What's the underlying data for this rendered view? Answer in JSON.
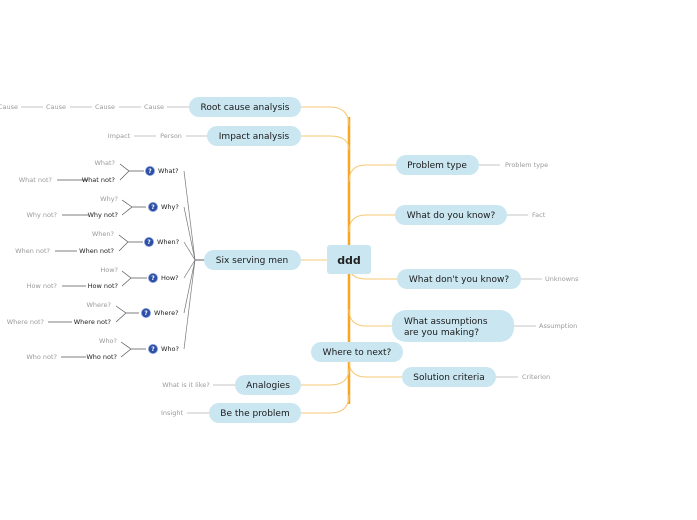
{
  "center": {
    "label": "ddd"
  },
  "colors": {
    "trunk": "#f5a623",
    "branch_line": "#f7c873",
    "pill_fill": "#c9e6f1",
    "leaf_line": "#b0b0b0",
    "help_icon": "#2d4fa8"
  },
  "icons": {
    "question": "help-question-icon",
    "question_glyph": "?"
  },
  "topics": {
    "root_cause": {
      "label": "Root cause analysis",
      "chain": [
        "Cause",
        "Cause",
        "Cause",
        "Cause"
      ]
    },
    "impact": {
      "label": "Impact analysis",
      "chain": [
        "Person",
        "Impact"
      ]
    },
    "six_serving": {
      "label": "Six serving men",
      "questions": [
        {
          "label": "What?",
          "positive": "What?",
          "negative": "What not?",
          "neg_parent": "What not?"
        },
        {
          "label": "Why?",
          "positive": "Why?",
          "negative": "Why not?",
          "neg_parent": "Why not?"
        },
        {
          "label": "When?",
          "positive": "When?",
          "negative": "When not?",
          "neg_parent": "When not?"
        },
        {
          "label": "How?",
          "positive": "How?",
          "negative": "How not?",
          "neg_parent": "How not?"
        },
        {
          "label": "Where?",
          "positive": "Where?",
          "negative": "Where not?",
          "neg_parent": "Where not?"
        },
        {
          "label": "Who?",
          "positive": "Who?",
          "negative": "Who not?",
          "neg_parent": "Who not?"
        }
      ]
    },
    "analogies": {
      "label": "Analogies",
      "leaf": "What is it like?"
    },
    "be_problem": {
      "label": "Be the problem",
      "leaf": "Insight"
    },
    "problem_type": {
      "label": "Problem type",
      "leaf": "Problem type"
    },
    "know": {
      "label": "What do you know?",
      "leaf": "Fact"
    },
    "dont_know": {
      "label": "What don't you know?",
      "leaf": "Unknowns"
    },
    "assumptions": {
      "label_line1": "What assumptions",
      "label_line2": "are you making?",
      "leaf": "Assumption"
    },
    "next": {
      "label": "Where to next?"
    },
    "solution": {
      "label": "Solution criteria",
      "leaf": "Criterion"
    }
  }
}
